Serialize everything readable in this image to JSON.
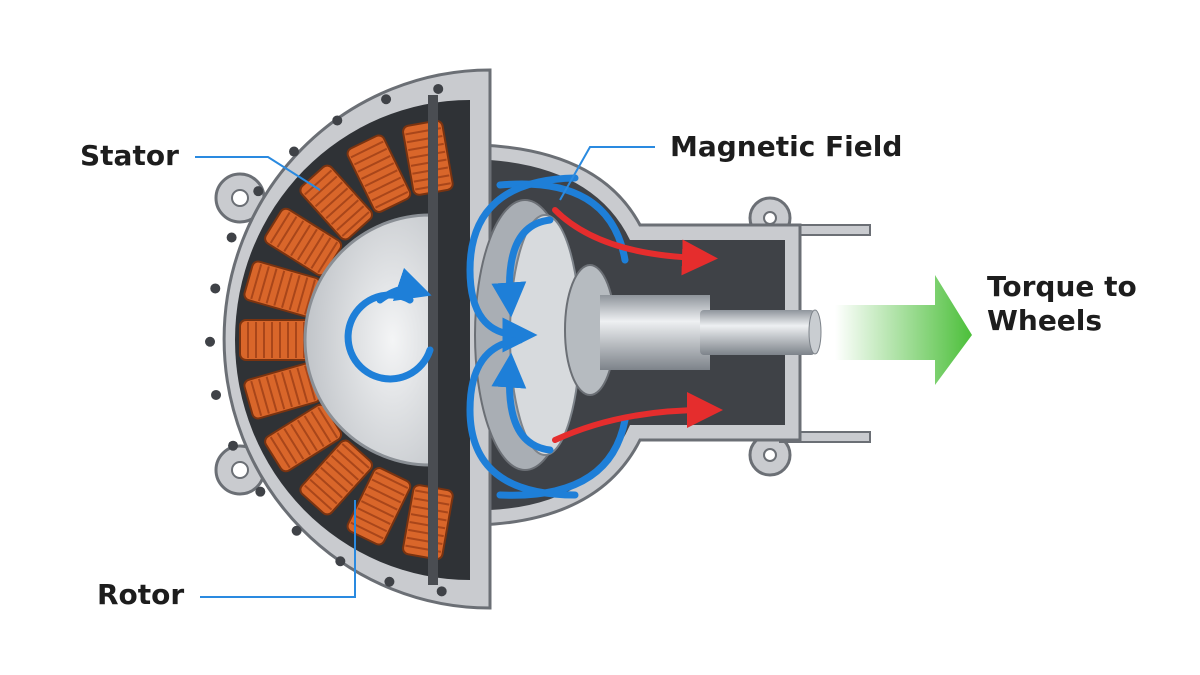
{
  "labels": {
    "stator": "Stator",
    "magnetic_field": "Magnetic Field",
    "torque": "Torque to Wheels",
    "rotor": "Rotor"
  },
  "colors": {
    "coil": "#d9662a",
    "housing": "#c9cbcf",
    "dark_body": "#3f4247",
    "field_arrow": "#1e7fd8",
    "flow_arrow": "#e52d2d",
    "torque_arrow": "#4cbf3a",
    "leader_line": "#2a8ae0"
  }
}
